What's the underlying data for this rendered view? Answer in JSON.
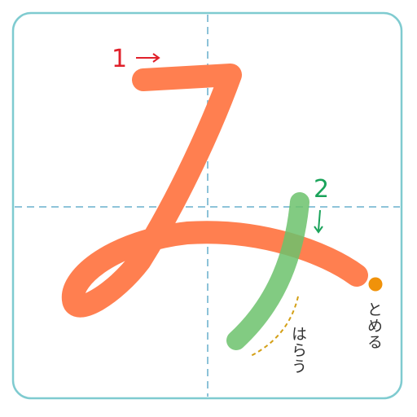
{
  "stroke_one": {
    "number": "1",
    "color": "#ff7f50"
  },
  "stroke_two": {
    "number": "2",
    "color": "#6cc26c"
  },
  "labels": {
    "tome": "とめる",
    "harau": "はらう"
  },
  "colors": {
    "border": "#7fcbd0",
    "guide": "#7fbcd4",
    "number_one": "#e0202a",
    "number_two": "#1aa35a",
    "stop_dot": "#f0920a",
    "harau_hint": "#d4a017"
  },
  "icons": {
    "stroke_one_arrow": "arrow-right-icon",
    "stroke_two_arrow": "arrow-down-icon"
  }
}
